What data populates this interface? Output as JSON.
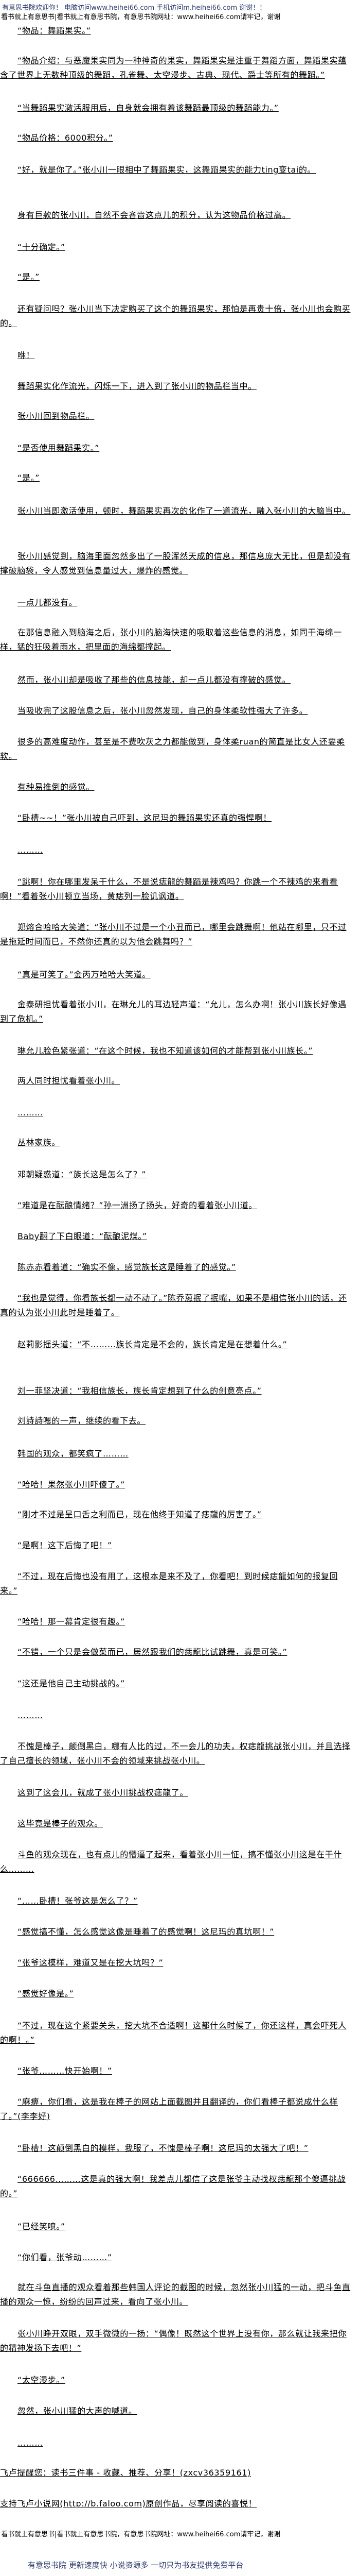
{
  "header": {
    "welcome": "有意思书院欢迎你！ 电脑访问www.heihei66.com   手机访问m.heihei66.com 谢谢！！",
    "site_notice": "看书就上有意思书|看书就上有意思书院，有意思书院网址：www.heihei66.com请牢记，谢谢"
  },
  "paragraphs": [
    "“物品：舞蹈果实。”",
    "“物品介绍：与恶魔果实同为一种神奇的果实，舞蹈果实是注重于舞蹈方面，舞蹈果实蕴含了世界上无数种顶级的舞蹈，孔雀舞、太空漫步、古典、现代、爵士等所有的舞蹈。”",
    "“当舞蹈果实激活服用后，自身就会拥有着该舞蹈最顶级的舞蹈能力。”",
    "“物品价格：6000积分。”",
    "“好，就是你了。”张小川一眼相中了舞蹈果实，这舞蹈果实的能力ting变tai的。",
    "身有巨款的张小川，自然不会吝啬这点儿的积分，认为这物品价格过高。",
    "“十分确定。”",
    "“是。”",
    "还有疑问吗？张小川当下决定购买了这个的舞蹈果实，那怕是再贵十倍，张小川也会购买的。",
    "咻！",
    "舞蹈果实化作流光，闪烁一下，进入到了张小川的物品栏当中。",
    "张小川回到物品栏。",
    "“是否使用舞蹈果实。”",
    "“是。”",
    "张小川当即激活使用，顿时，舞蹈果实再次的化作了一道流光，融入张小川的大脑当中。",
    "张小川感觉到，脑海里面忽然多出了一股浑然天成的信息，那信息庞大无比，但是却没有撑破脑袋，令人感觉到信息量过大，爆炸的感觉。",
    "一点儿都没有。",
    "在那信息融入到脑海之后，张小川的脑海快速的吸取着这些信息的消息，如同干海绵一样，猛的狂吸着雨水，把里面的海绵都撑起。",
    "然而，张小川却是吸收了那些的信息技能，却一点儿都没有撑破的感觉。",
    "当吸收完了这股信息之后，张小川忽然发现，自己的身体柔软性强大了许多。",
    "很多的高难度动作，甚至是不费吹灰之力都能做到，身体柔ruan的简直是比女人还要柔软。",
    "有种易推倒的感觉。",
    "“卧槽~~！”张小川被自己吓到，这尼玛的舞蹈果实还真的强悍啊！",
    "………",
    "“跳啊！你在哪里发呆干什么，不是说痣龍的舞蹈是辣鸡吗？你跳一个不辣鸡的来看看啊！”看着张小川顿立当场，黄痣列一脸讥讽道。",
    "郑熔合哈哈大笑道：“张小川不过是一个小丑而已，哪里会跳舞啊！他站在哪里，只不过是拖延时间而已，不然你还真的以为他会跳舞吗？”",
    "“真是可笑了。”金丙万哈哈大笑道。",
    "金泰研担忧看着张小川，在琳允儿的耳边轻声道：“允儿，怎么办啊！张小川族长好像遇到了危机。”",
    "琳允儿脸色紧张道：“在这个时候，我也不知道该如何的才能帮到张小川族长。”",
    "两人同时担忧看着张小川。",
    "………",
    "丛林家族。",
    "邓朝疑惑道：“族长这是怎么了？”",
    "“难道是在酝酿情绪？”孙一洲扬了扬头，好奇的看着张小川道。",
    "Baby翻了下白眼道：“酝酿泥煤。”",
    "陈赤赤看着道：“确实不像，感觉族长这是睡着了的感觉。”",
    "“我也是觉得，你看族长都一动不动了。”陈乔蒽抿了抿嘴，如果不是相信张小川的话，还真的认为张小川此时是睡着了。",
    "赵莉影摇头道：“不………族长肯定是不会的，族长肯定是在想着什么。”",
    "刘一菲坚决道：“我相信族长，族长肯定想到了什么的创意亮点。”",
    "刘詩詩嗯的一声，继续的看下去。",
    "韩国的观众，都笑疯了………",
    "“哈哈！果然张小川吓傻了。”",
    "“刚才不过是呈口舌之利而已，现在他终于知道了痣龍的厉害了。”",
    "“是啊！这下后悔了吧！”",
    "“不过，现在后悔也没有用了，这根本是来不及了，你看吧！到时候痣龍如何的报复回来。”",
    "“哈哈！那一幕肯定很有趣。”",
    "“不错，一个只是会做菜而已，居然跟我们的痣龍比试跳舞，真是可笑。”",
    "“这还是他自己主动挑战的。”",
    "………",
    "不愧是棒子，颠倒黑白，哪有人比的过，不一会儿的功夫，权痣龍挑战张小川，并且选择了自己擅长的领域，张小川不会的领域来挑战张小川。",
    "这到了这会儿，就成了张小川挑战权痣龍了。",
    "这毕竟是棒子的观众。",
    "斗鱼的观众现在，也有点儿的懵逼了起来，看着张小川一怔，搞不懂张小川这是在干什么………",
    "“……卧槽！张爷这是怎么了？”",
    "“感觉搞不懂，怎么感觉这像是睡着了的感觉啊！这尼玛的真坑啊！”",
    "“张爷这模样，难道又是在挖大坑吗？”",
    "“感觉好像是。”",
    "“不过，现在这个紧要关头，挖大坑不合适啊！这都什么时候了，你还这样，真会吓死人的啊！。”",
    "“张爷………快开始啊！”",
    "“麻痹，你们看，这是我在棒子的网站上面截图并且翻译的，你们看棒子都说成什么样了。”(李李好)",
    "“卧槽！这颠倒黑白的模样，我服了，不愧是棒子啊！这尼玛的太强大了吧！”",
    "“666666………这是真的强大啊！我差点儿都信了这是张爷主动找权痣龍那个傻逼挑战的。”",
    "“已经笑喷。”",
    "“你们看，张爷动………”",
    "就在斗鱼直播的观众看着那些韩国人评论的截图的时候，忽然张小川猛的一动，把斗鱼直播的观众一惊，纷纷的回声过来，看向了张小川。",
    "张小川睁开双眼，双手微微的一扬：“偶像！既然这个世界上没有你，那么就让我来把你的精神发扬下去吧！”",
    "“太空漫步。”",
    "忽然，张小川猛的大声的喊道。",
    "………"
  ],
  "footer": {
    "faloo_reminder": "飞卢提醒您：读书三件事 - 收藏、推荐、分享！(zxcv36359161)",
    "faloo_support": "支持飞卢小说网(http://b.faloo.com)原创作品，尽享阅读的喜悦！",
    "site_notice": "看书就上有意思书|看书就上有意思书院，有意思书院网址：www.heihei66.com请牢记，谢谢",
    "slogan": "有意思书院 更新速度快 小说资源多 一切只为书友提供免费平台"
  },
  "colors": {
    "header_text": "#2e3d6e",
    "body_text": "#000000"
  }
}
